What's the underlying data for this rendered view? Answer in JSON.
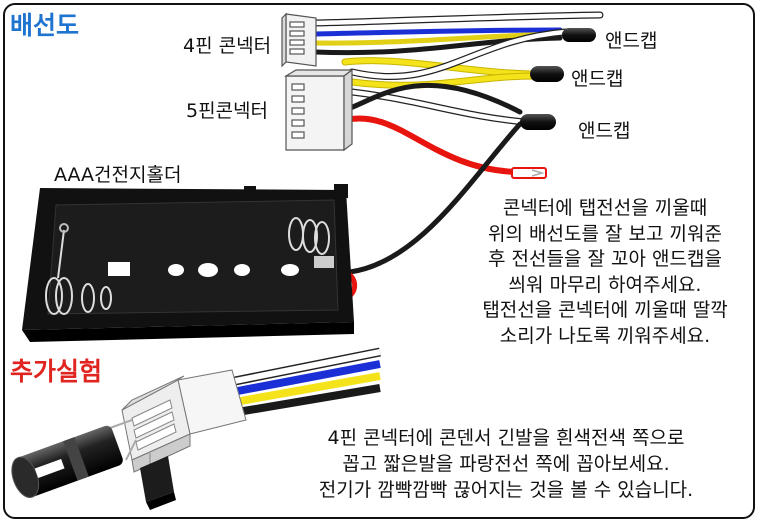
{
  "titles": {
    "wiring": "배선도",
    "extra": "추가실험"
  },
  "labels": {
    "connector_4pin": "4핀 콘넥터",
    "connector_5pin": "5핀콘넥터",
    "battery_holder": "AAA건전지홀더",
    "endcap_1": "앤드캡",
    "endcap_2": "앤드캡",
    "endcap_3": "앤드캡"
  },
  "instructions": {
    "lines": [
      "콘넥터에 탭전선을 끼울때",
      "위의 배선도를 잘 보고 끼워준",
      "후 전선들을 잘 꼬아 앤드캡을",
      "씌워 마무리 하여주세요.",
      "탭전선을 콘넥터에 끼울때 딸깍",
      "소리가 나도록 끼워주세요."
    ]
  },
  "experiment": {
    "lines": [
      "4핀 콘넥터에 콘덴서 긴발을 흰색전색 쪽으로",
      "꼽고 짧은발을 파랑전선 쪽에 꼽아보세요.",
      "전기가 깜빡깜빡 끊어지는 것을 볼 수 있습니다."
    ]
  },
  "colors": {
    "wire_blue": "#1a2fd6",
    "wire_yellow": "#f4e21b",
    "wire_white": "#ffffff",
    "wire_black": "#1a1a1a",
    "wire_red": "#e8150f",
    "title_blue": "#1f74d0",
    "title_red": "#e0241f"
  }
}
